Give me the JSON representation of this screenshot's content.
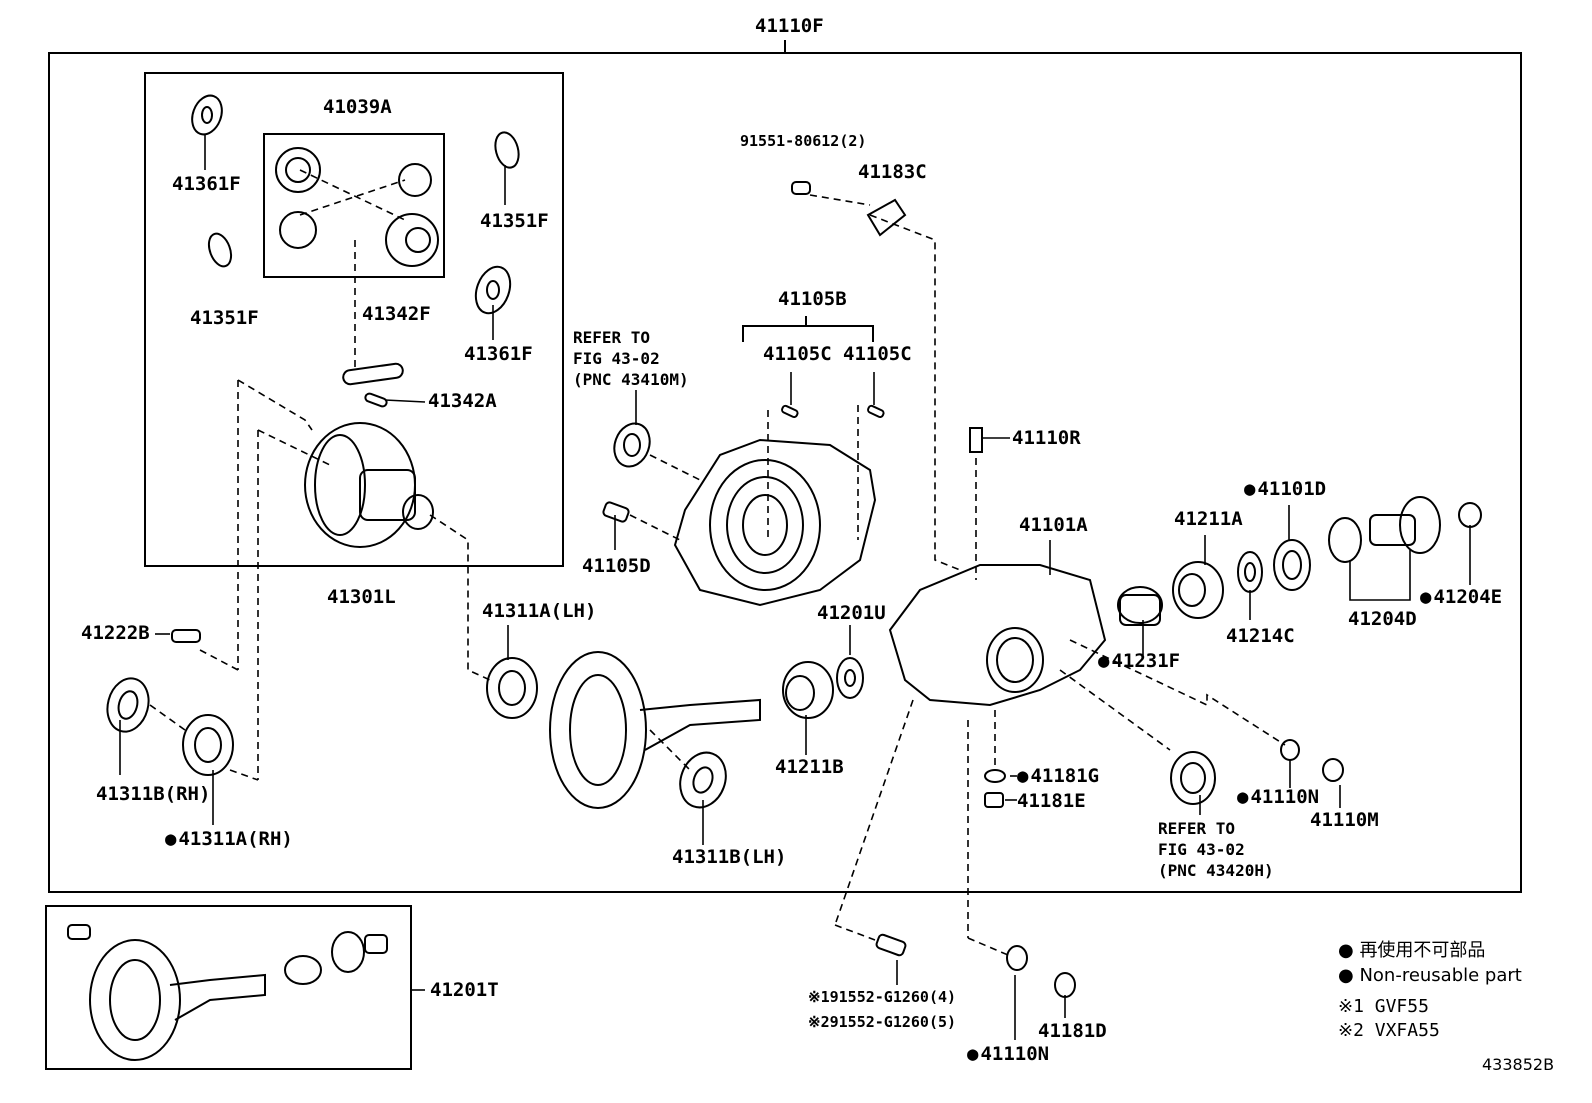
{
  "diagram": {
    "title": "41110F",
    "illustration_id": "433852B",
    "labels": {
      "p41039A": "41039A",
      "p41361F_a": "41361F",
      "p41351F_a": "41351F",
      "p41351F_b": "41351F",
      "p41342F": "41342F",
      "p41361F_b": "41361F",
      "p41342A": "41342A",
      "p41301L": "41301L",
      "p41222B": "41222B",
      "p41311B_RH": "41311B(RH)",
      "p41311A_RH": "41311A(RH)",
      "p41311A_LH": "41311A(LH)",
      "p41311B_LH": "41311B(LH)",
      "p41211B": "41211B",
      "p41201U": "41201U",
      "p91551": "91551-80612(2)",
      "p41183C": "41183C",
      "p41105B": "41105B",
      "p41105C_a": "41105C",
      "p41105C_b": "41105C",
      "p41105D": "41105D",
      "p41110R": "41110R",
      "p41101A": "41101A",
      "p41211A": "41211A",
      "p41101D": "41101D",
      "p41214C": "41214C",
      "p41204D": "41204D",
      "p41204E": "41204E",
      "p41231F": "41231F",
      "p41181G": "41181G",
      "p41181E": "41181E",
      "p41110N_a": "41110N",
      "p41110M": "41110M",
      "p41201T": "41201T",
      "p91552_1": "※191552-G1260(4)",
      "p91552_2": "※291552-G1260(5)",
      "p41110N_b": "41110N",
      "p41181D": "41181D"
    },
    "refer_a": "REFER TO\nFIG 43-02\n(PNC 43410M)",
    "refer_b": "REFER TO\nFIG 43-02\n(PNC 43420H)"
  },
  "legend": {
    "jp": "再使用不可部品",
    "en": "Non-reusable part",
    "note1": "※1 GVF55",
    "note2": "※2 VXFA55"
  }
}
